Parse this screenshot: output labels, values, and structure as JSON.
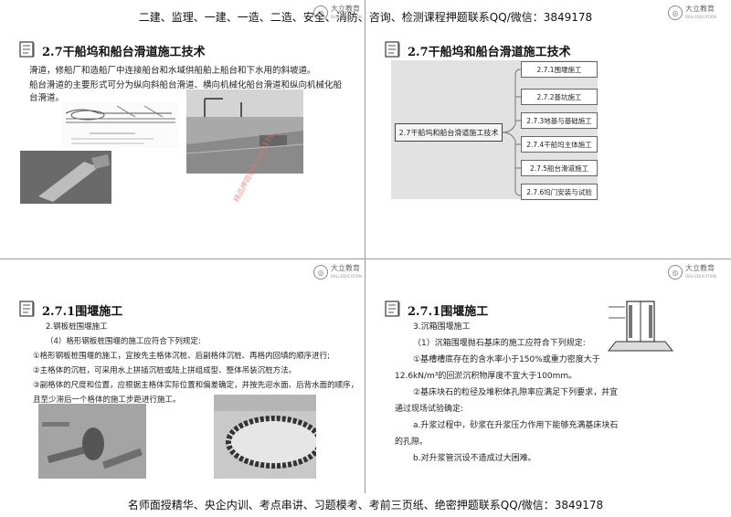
{
  "banner_top": "二建、监理、一建、一造、二造、安全、消防、咨询、检测课程押题联系QQ/微信：3849178",
  "banner_bottom": "名师面授精华、央企内训、考点串讲、习题模考、考前三页纸、绝密押题联系QQ/微信：3849178",
  "logo": {
    "name": "大立教育",
    "sub": "DALI EDUCATION"
  },
  "watermark": "精品押题联系3849178",
  "slide1": {
    "title": "2.7干船坞和船台滑道施工技术",
    "para1": "滑道，修船厂和造船厂中连接船台和水域供船舶上船台和下水用的斜坡道。",
    "para2a": "船台滑道的主要形式可分为纵向斜船台滑道、横向机械化船台滑道和纵向机械化船",
    "para2b": "台滑道。"
  },
  "slide2": {
    "title": "2.7干船坞和船台滑道施工技术",
    "root": "2.7干船坞和船台滑道施工技术",
    "nodes": [
      "2.7.1围堰施工",
      "2.7.2基坑施工",
      "2.7.3地基与基础施工",
      "2.7.4干船坞主体施工",
      "2.7.5船台滑道施工",
      "2.7.6坞门安装与试验"
    ]
  },
  "slide3": {
    "title": "2.7.1围堰施工",
    "lines": [
      "2.钢板桩围堰施工",
      "（4）格形钢板桩围堰的施工应符合下列规定:",
      "①格形钢板桩围堰的施工，宜按先主格体沉桩、后副格体沉桩、再格内回填的顺序进行;",
      "②主格体的沉桩，可采用水上拼插沉桩或陆上拼组成型、整体吊装沉桩方法。",
      "③副格体的尺度和位置，应根据主格体实际位置和偏差确定，并按先迎水面、后背水面的顺序，",
      "且至少滞后一个格体的施工步距进行施工。"
    ]
  },
  "slide4": {
    "title": "2.7.1围堰施工",
    "lines": [
      "3.沉箱围堰施工",
      "（1）沉箱围堰抛石基床的施工应符合下列规定:",
      "①基槽槽底存在的含水率小于150%或重力密度大于",
      "12.6kN/m³的回淤沉积物厚度不宜大于100mm。",
      "②基床块石的粒径及堆积体孔隙率应满足下列要求，并宜",
      "通过现场试验确定:",
      "a.升浆过程中，砂浆在升浆压力作用下能够充满基床块石",
      "的孔隙。",
      "b.对升浆管沉设不造成过大困难。"
    ]
  }
}
